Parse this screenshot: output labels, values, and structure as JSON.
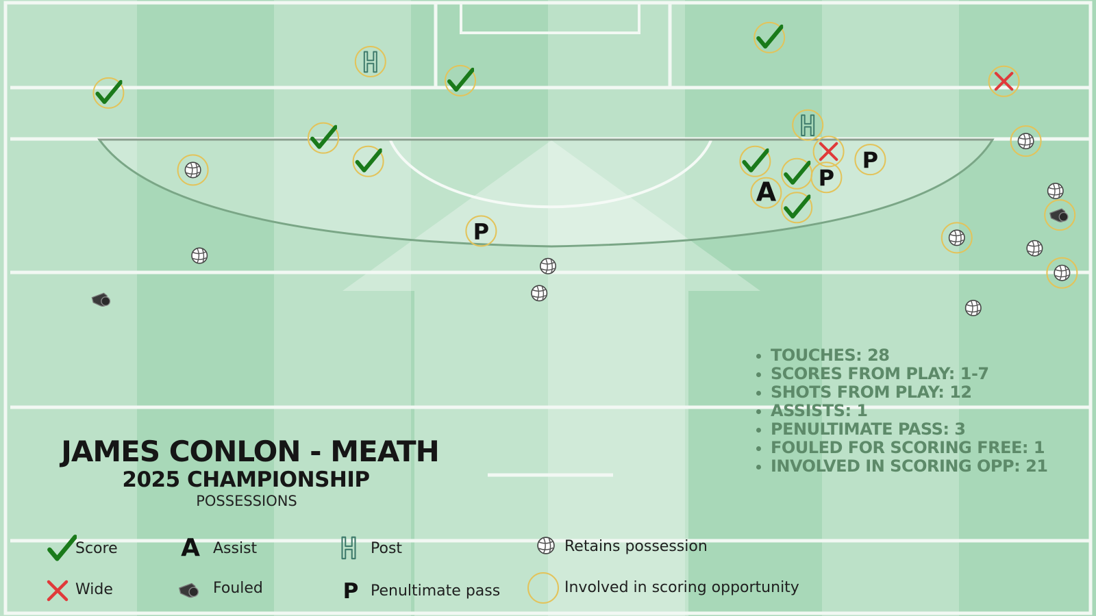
{
  "title": {
    "main": "JAMES CONLON - MEATH",
    "sub": "2025 CHAMPIONSHIP",
    "caption": "POSSESSIONS"
  },
  "stats": [
    "TOUCHES: 28",
    "SCORES FROM PLAY: 1-7",
    "SHOTS FROM PLAY: 12",
    "ASSISTS: 1",
    "PENULTIMATE PASS: 3",
    "FOULED FOR SCORING FREE: 1",
    "INVOLVED IN SCORING OPP: 21"
  ],
  "legend": {
    "score": "Score",
    "wide": "Wide",
    "assist": "Assist",
    "fouled": "Fouled",
    "post": "Post",
    "penultimate": "Penultimate pass",
    "retains": "Retains possession",
    "involved": "Involved in scoring opportunity"
  },
  "markers": {
    "assist_letter": "A",
    "penultimate_letter": "P"
  },
  "colors": {
    "stripe_dark": "#9fd4b0",
    "stripe_light": "#b5dec2",
    "score_green": "#1a7a1a",
    "wide_red": "#e03a3a",
    "ring_gold": "#e3c35a",
    "stats_text": "#5d8a69"
  },
  "chart_data": {
    "type": "scatter",
    "title": "JAMES CONLON - MEATH",
    "subtitle": "2025 CHAMPIONSHIP",
    "units": "pitch position (fraction of pitch width / height)",
    "events": [
      {
        "type": "score",
        "x": 0.099,
        "y": 0.151,
        "involved": true
      },
      {
        "type": "score",
        "x": 0.295,
        "y": 0.224,
        "involved": true
      },
      {
        "type": "score",
        "x": 0.336,
        "y": 0.262,
        "involved": true
      },
      {
        "type": "score",
        "x": 0.42,
        "y": 0.131,
        "involved": true
      },
      {
        "type": "score",
        "x": 0.702,
        "y": 0.061,
        "involved": true
      },
      {
        "type": "score",
        "x": 0.689,
        "y": 0.262,
        "involved": true
      },
      {
        "type": "score",
        "x": 0.727,
        "y": 0.282,
        "involved": true
      },
      {
        "type": "score",
        "x": 0.727,
        "y": 0.337,
        "involved": true
      },
      {
        "type": "post",
        "x": 0.338,
        "y": 0.1,
        "involved": true
      },
      {
        "type": "post",
        "x": 0.737,
        "y": 0.203,
        "involved": true
      },
      {
        "type": "wide",
        "x": 0.916,
        "y": 0.132,
        "involved": true
      },
      {
        "type": "wide",
        "x": 0.756,
        "y": 0.246,
        "involved": true
      },
      {
        "type": "penultimate",
        "x": 0.794,
        "y": 0.259,
        "involved": true
      },
      {
        "type": "penultimate",
        "x": 0.754,
        "y": 0.288,
        "involved": true
      },
      {
        "type": "penultimate",
        "x": 0.439,
        "y": 0.375,
        "involved": true
      },
      {
        "type": "assist",
        "x": 0.699,
        "y": 0.313,
        "involved": true
      },
      {
        "type": "retains",
        "x": 0.176,
        "y": 0.276,
        "involved": true
      },
      {
        "type": "retains",
        "x": 0.936,
        "y": 0.229,
        "involved": true
      },
      {
        "type": "retains",
        "x": 0.873,
        "y": 0.386,
        "involved": true
      },
      {
        "type": "retains",
        "x": 0.969,
        "y": 0.443,
        "involved": true
      },
      {
        "type": "fouled",
        "x": 0.967,
        "y": 0.349,
        "involved": true
      },
      {
        "type": "retains",
        "x": 0.182,
        "y": 0.415,
        "involved": false
      },
      {
        "type": "retains",
        "x": 0.5,
        "y": 0.432,
        "involved": false
      },
      {
        "type": "retains",
        "x": 0.492,
        "y": 0.476,
        "involved": false
      },
      {
        "type": "retains",
        "x": 0.963,
        "y": 0.31,
        "involved": false
      },
      {
        "type": "retains",
        "x": 0.944,
        "y": 0.403,
        "involved": false
      },
      {
        "type": "retains",
        "x": 0.888,
        "y": 0.5,
        "involved": false
      },
      {
        "type": "fouled",
        "x": 0.093,
        "y": 0.486,
        "involved": false
      }
    ]
  }
}
